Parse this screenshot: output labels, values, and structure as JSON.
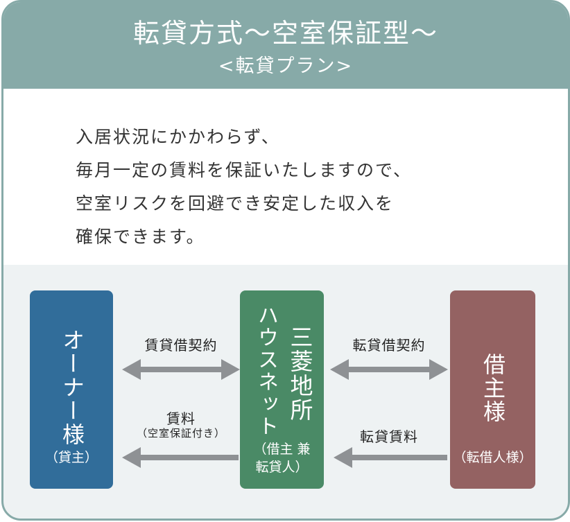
{
  "header": {
    "title": "転貸方式～空室保証型～",
    "subtitle": "<転貸プラン>"
  },
  "description": [
    "入居状況にかかわらず、",
    "毎月一定の賃料を保証いたしますので、",
    "空室リスクを回避でき安定した収入を",
    "確保できます。"
  ],
  "diagram": {
    "owner": {
      "name": "オーナー様",
      "role": "（貸主）"
    },
    "company": {
      "name_line1": "三菱地所",
      "name_line2": "ハウスネット",
      "role_line1": "（借主 兼",
      "role_line2": "転貸人）"
    },
    "tenant": {
      "name": "借主様",
      "role": "（転借人様）"
    },
    "lease_contract": "賃貸借契約",
    "sublease_contract": "転貸借契約",
    "rent": "賃料",
    "rent_note": "（空室保証付き）",
    "sublease_rent": "転貸賃料"
  },
  "colors": {
    "header": "#87aaa8",
    "owner": "#316d9a",
    "company": "#4a8a66",
    "tenant": "#946262",
    "arrow": "#8e9194"
  }
}
